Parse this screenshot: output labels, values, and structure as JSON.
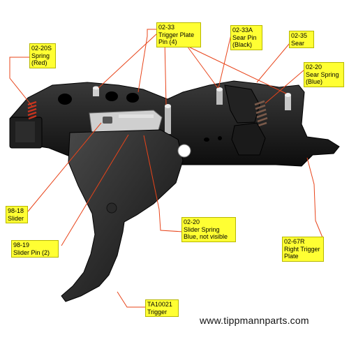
{
  "callouts": {
    "spring_red": {
      "line1": "02-20S",
      "line2": "Spring",
      "line3": "(Red)"
    },
    "trigger_plate_pin": {
      "line1": "02-33",
      "line2": "Trigger Plate",
      "line3": "Pin (4)"
    },
    "sear_pin": {
      "line1": "02-33A",
      "line2": "Sear Pin",
      "line3": "(Black)"
    },
    "sear": {
      "line1": "02-35",
      "line2": "Sear"
    },
    "sear_spring": {
      "line1": "02-20",
      "line2": "Sear Spring",
      "line3": "(Blue)"
    },
    "slider": {
      "line1": "98-18",
      "line2": "Slider"
    },
    "slider_pin": {
      "line1": "98-19",
      "line2": "Slider Pin (2)"
    },
    "slider_spring": {
      "line1": "02-20",
      "line2": "Slider Spring",
      "line3": "Blue, not visible"
    },
    "right_trigger_plate": {
      "line1": "02-67R",
      "line2": "Right Trigger",
      "line3": "Plate"
    },
    "trigger": {
      "line1": "TA10021",
      "line2": "Trigger"
    }
  },
  "website": "www.tippmannparts.com",
  "colors": {
    "callout_fill": "#ffff33",
    "leader_line": "#e8441a",
    "part_body": "#151515"
  }
}
